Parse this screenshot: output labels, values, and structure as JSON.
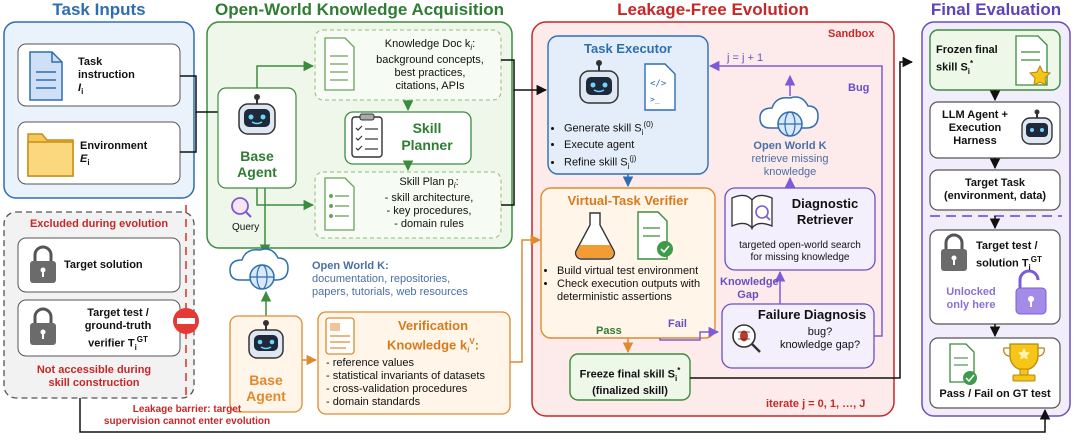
{
  "headers": {
    "task_inputs": "Task Inputs",
    "knowledge": "Open-World Knowledge Acquisition",
    "evolution": "Leakage-Free Evolution",
    "final": "Final Evaluation"
  },
  "task_inputs": {
    "instruction_line1": "Task",
    "instruction_line2": "instruction",
    "instruction_symbol": "I",
    "instruction_sub": "i",
    "environment_line1": "Environment",
    "environment_symbol": "E",
    "environment_sub": "i"
  },
  "excluded": {
    "title": "Excluded during evolution",
    "solution": "Target solution",
    "verifier_line1": "Target test /",
    "verifier_line2": "ground-truth",
    "verifier_line3": "verifier T",
    "verifier_sub": "i",
    "verifier_sup": "GT",
    "note_line1": "Not accessible during",
    "note_line2": "skill construction",
    "barrier_line1": "Leakage barrier: target",
    "barrier_line2": "supervision cannot enter evolution"
  },
  "knowledge": {
    "base_agent_line1": "Base",
    "base_agent_line2": "Agent",
    "query": "Query",
    "doc_title": "Knowledge Doc k",
    "doc_sub": "i",
    "doc_lines": [
      "background concepts,",
      "best practices,",
      "citations, APIs"
    ],
    "planner_line1": "Skill",
    "planner_line2": "Planner",
    "plan_title": "Skill Plan p",
    "plan_sub": "i",
    "plan_items": [
      "- skill architecture,",
      "- key procedures,",
      "- domain rules"
    ],
    "open_world_title": "Open World K:",
    "open_world_lines": [
      "documentation, repositories,",
      "papers, tutorials, web resources"
    ],
    "base_agent2_line1": "Base",
    "base_agent2_line2": "Agent",
    "verif_line1": "Verification",
    "verif_line2": "Knowledge k",
    "verif_sub": "i",
    "verif_sup": "V",
    "verif_items": [
      "- reference values",
      "- statistical invariants of datasets",
      "- cross-validation procedures",
      "- domain standards"
    ]
  },
  "evolution": {
    "sandbox": "Sandbox",
    "loop_label": "j = j + 1",
    "executor_title": "Task Executor",
    "executor_items": [
      "Generate skill S",
      "Execute agent",
      "Refine skill S"
    ],
    "exec_sup0": "(0)",
    "exec_supj": "(j)",
    "exec_sub": "i",
    "open_world_line1": "Open World K",
    "open_world_line2": "retrieve missing",
    "open_world_line3": "knowledge",
    "bug": "Bug",
    "verifier_title": "Virtual-Task Verifier",
    "verifier_items": [
      "Build virtual test environment",
      "Check execution outputs with deterministic assertions"
    ],
    "retriever_line1": "Diagnostic",
    "retriever_line2": "Retriever",
    "retriever_desc1": "targeted open-world search",
    "retriever_desc2": "for missing knowledge",
    "knowledge_gap_line1": "Knowledge",
    "knowledge_gap_line2": "Gap",
    "pass": "Pass",
    "fail": "Fail",
    "diagnosis_title": "Failure Diagnosis",
    "diagnosis_line1": "bug?",
    "diagnosis_line2": "knowledge gap?",
    "freeze_line1": "Freeze final skill S",
    "freeze_sub": "i",
    "freeze_sup": "*",
    "freeze_line2": "(finalized skill)",
    "iterate": "iterate j = 0, 1, …, J"
  },
  "final": {
    "frozen_line1": "Frozen final",
    "frozen_line2": "skill S",
    "frozen_sub": "i",
    "frozen_sup": "*",
    "harness_line1": "LLM Agent +",
    "harness_line2": "Execution",
    "harness_line3": "Harness",
    "target_task_line1": "Target Task",
    "target_task_line2": "(environment, data)",
    "test_line1": "Target test /",
    "test_line2": "solution T",
    "test_sub": "i",
    "test_sup": "GT",
    "unlocked_line1": "Unlocked",
    "unlocked_line2": "only here",
    "result": "Pass / Fail on GT test"
  },
  "colors": {
    "blue": "#2f6db3",
    "green": "#3d8b3d",
    "red": "#c62828",
    "purple": "#6a4fc4",
    "orange": "#e08a2e"
  }
}
